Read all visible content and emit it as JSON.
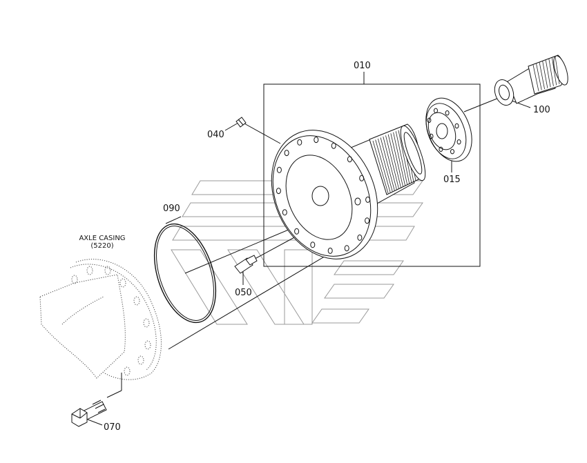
{
  "callouts": {
    "p010": "010",
    "p015": "015",
    "p040": "040",
    "p050": "050",
    "p070": "070",
    "p090": "090",
    "p100": "100"
  },
  "axle_casing": {
    "name": "AXLE CASING",
    "ref": "(5220)"
  }
}
